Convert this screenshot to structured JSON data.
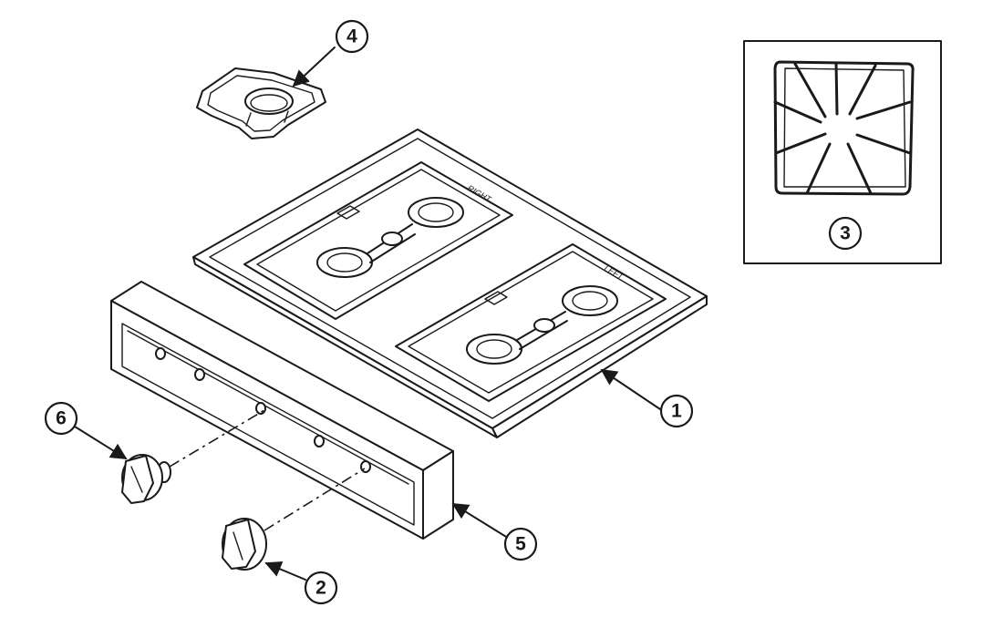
{
  "diagram": {
    "callouts": [
      {
        "id": "1",
        "label": "1"
      },
      {
        "id": "2",
        "label": "2"
      },
      {
        "id": "3",
        "label": "3"
      },
      {
        "id": "4",
        "label": "4"
      },
      {
        "id": "5",
        "label": "5"
      },
      {
        "id": "6",
        "label": "6"
      }
    ],
    "cooktop_stamps": [
      "RIGHT",
      "LEFT"
    ]
  }
}
